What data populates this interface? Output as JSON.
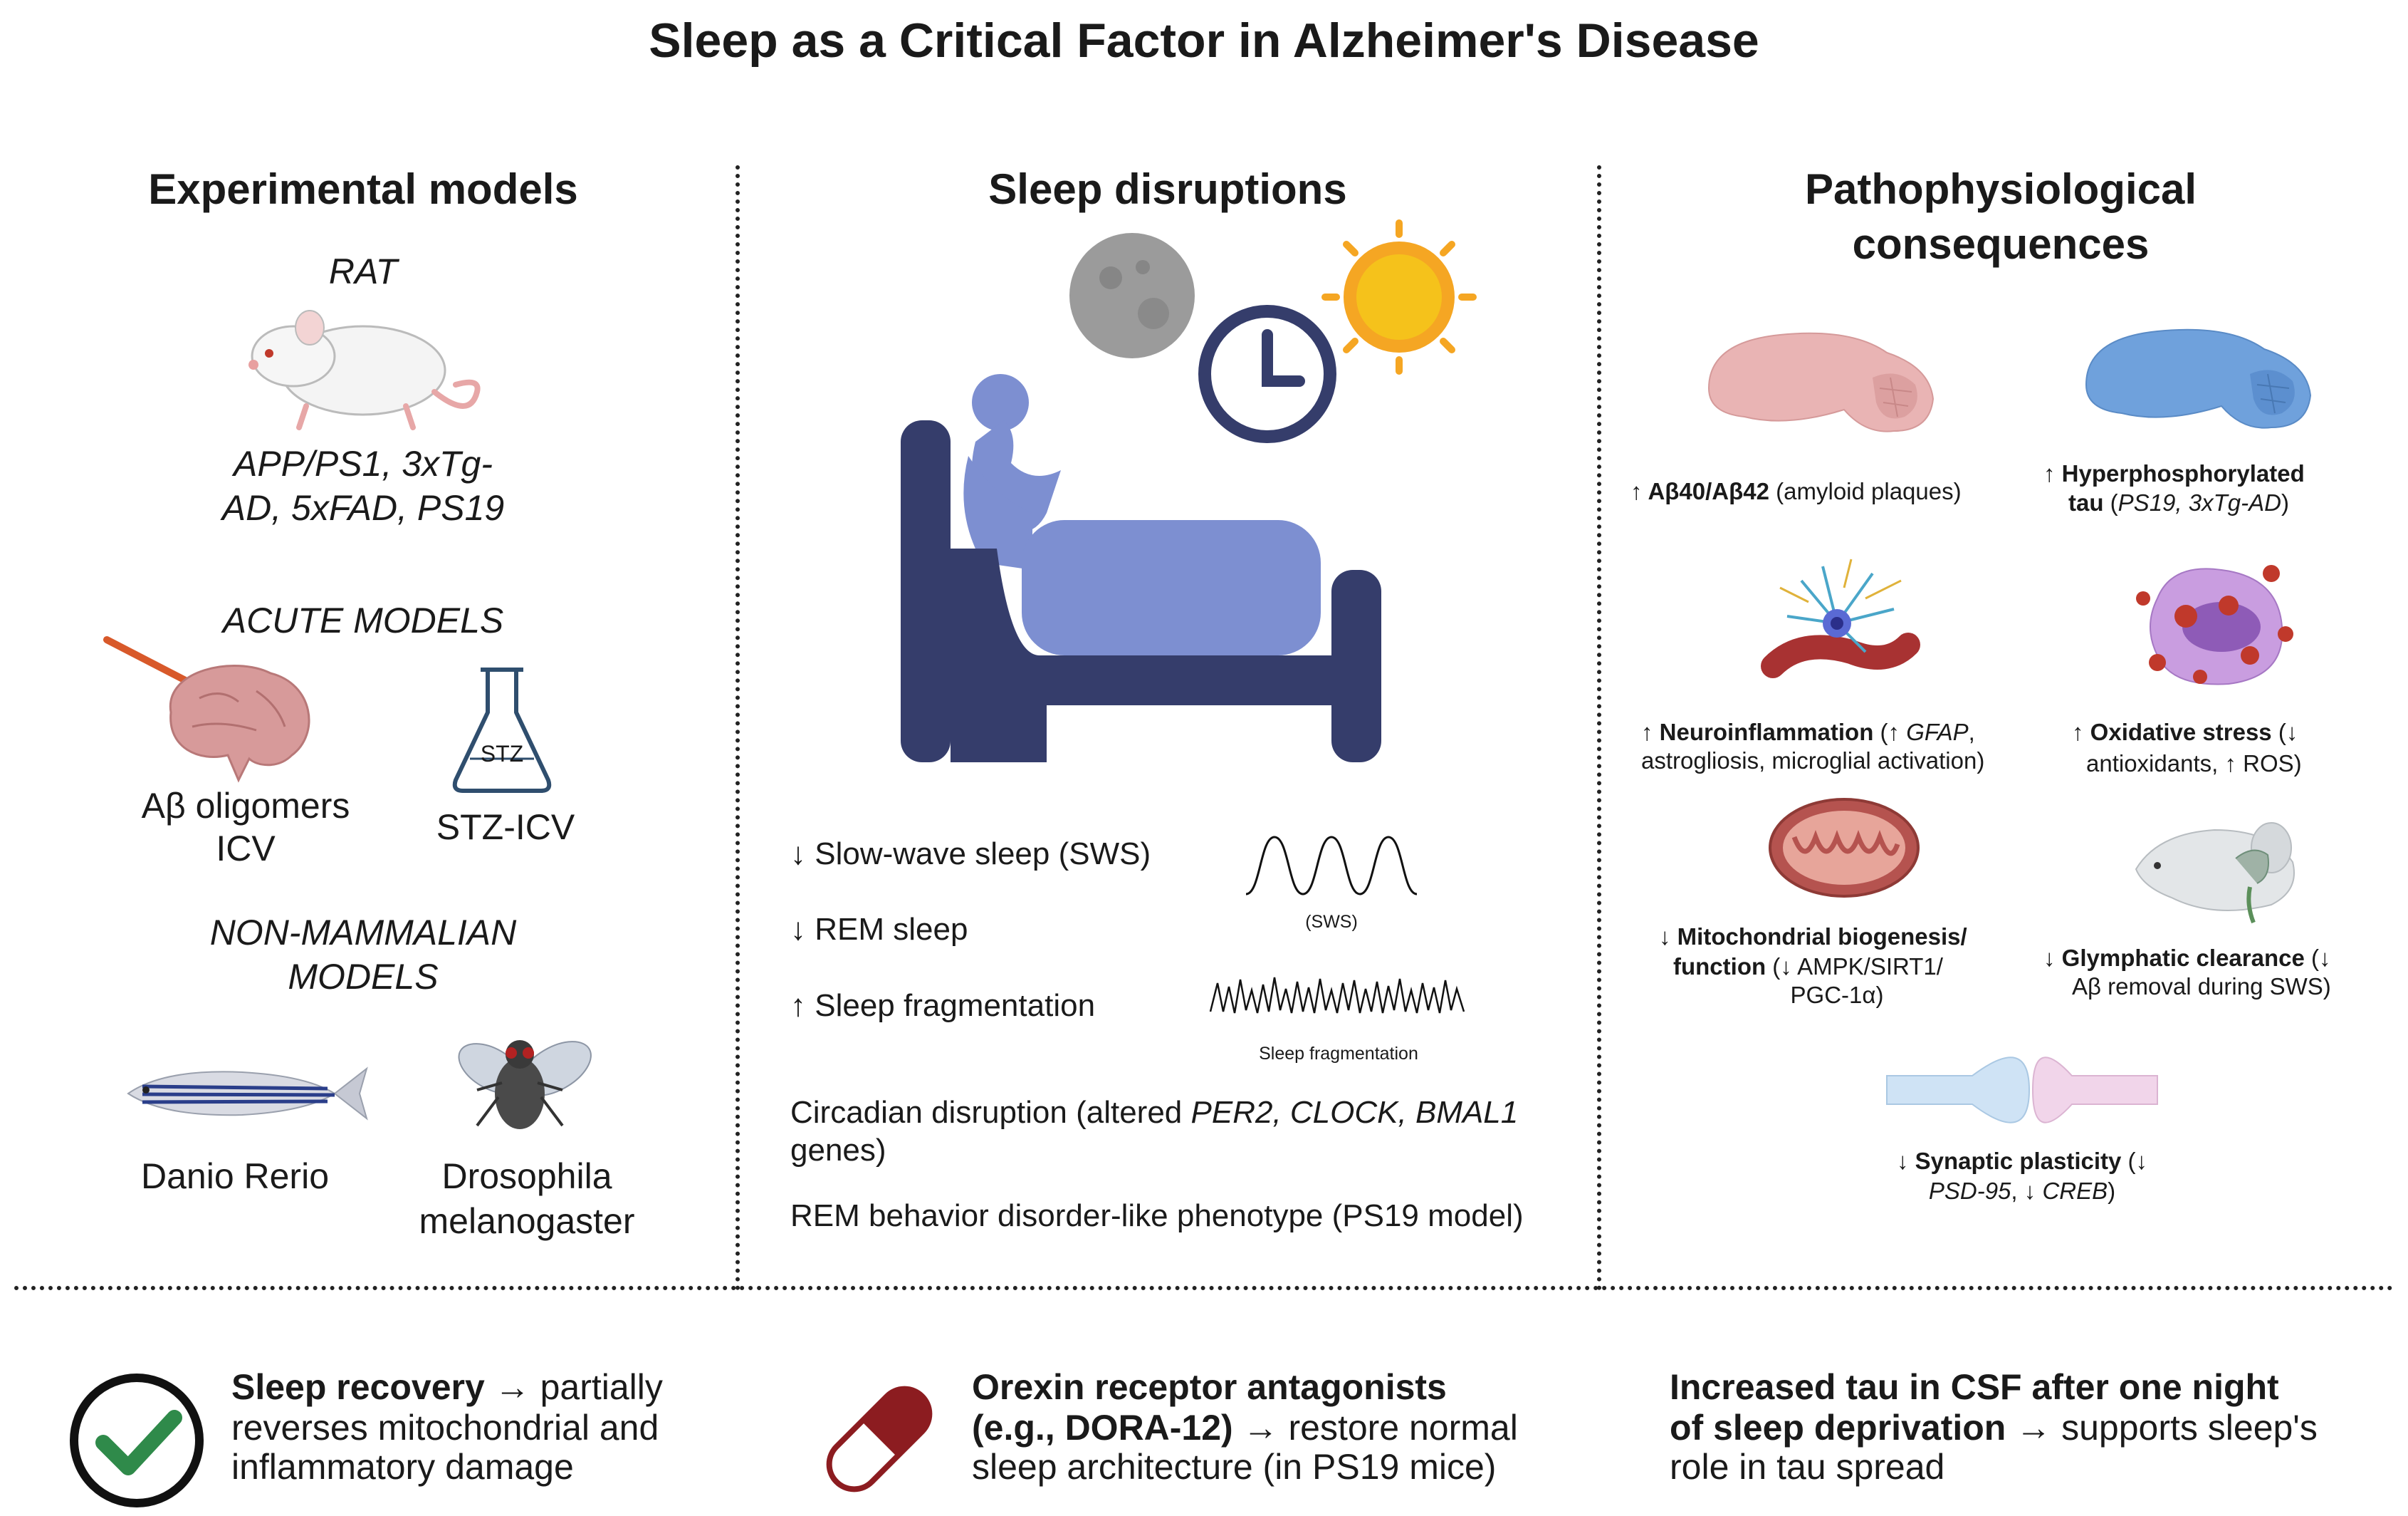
{
  "title": "Sleep as a Critical Factor in Alzheimer's Disease",
  "columns": {
    "models": {
      "title": "Experimental models",
      "rat_label": "RAT",
      "rat_strains_line1": "APP/PS1, 3xTg-",
      "rat_strains_line2": "AD, 5xFAD, PS19",
      "acute_label": "ACUTE MODELS",
      "abeta_line1": "Aβ oligomers",
      "abeta_line2": "ICV",
      "flask_text": "STZ",
      "stz_label": "STZ-ICV",
      "nonmammal_line1": "NON-MAMMALIAN",
      "nonmammal_line2": "MODELS",
      "zebrafish_label": "Danio Rerio",
      "fly_line1": "Drosophila",
      "fly_line2": "melanogaster"
    },
    "sleep": {
      "title": "Sleep disruptions",
      "items": [
        "↓ Slow-wave sleep (SWS)",
        "↓ REM sleep",
        "↑ Sleep fragmentation"
      ],
      "sws_caption": "(SWS)",
      "frag_caption": "Sleep fragmentation",
      "circadian_pre": "Circadian disruption (altered ",
      "circadian_genes": "PER2, CLOCK, BMAL1",
      "circadian_post": "genes)",
      "rbd": "REM behavior disorder-like phenotype (PS19 model)"
    },
    "patho": {
      "title_line1": "Pathophysiological",
      "title_line2": "consequences",
      "amyloid_bold": "↑ Aβ40/Aβ42",
      "amyloid_rest": " (amyloid plaques)",
      "tau_bold_line1": "↑ Hyperphosphorylated",
      "tau_bold_line2": "tau",
      "tau_italic": "PS19, 3xTg-AD",
      "neuro_bold": "↑ Neuroinflammation",
      "neuro_rest1": " (↑ ",
      "neuro_gfap": "GFAP",
      "neuro_rest2": ",",
      "neuro_line2": "astrogliosis, microglial activation)",
      "ox_bold": "↑ Oxidative stress",
      "ox_rest": " (↓",
      "ox_line2": "antioxidants, ↑ ROS)",
      "mito_bold_line1": "↓ Mitochondrial biogenesis/",
      "mito_bold_line2": "function",
      "mito_rest_line2": " (↓ AMPK/SIRT1/",
      "mito_line3": "PGC-1α)",
      "glym_bold": "↓ Glymphatic clearance",
      "glym_rest": " (↓",
      "glym_line2": "Aβ removal during SWS)",
      "syn_bold": "↓ Synaptic plasticity",
      "syn_rest": " (↓",
      "syn_italic1": "PSD-95",
      "syn_mid": ", ↓ ",
      "syn_italic2": "CREB",
      "syn_end": ")"
    }
  },
  "bottom": {
    "recovery_bold": "Sleep recovery",
    "recovery_rest_line1": " → partially",
    "recovery_line2": "reverses mitochondrial and",
    "recovery_line3": "inflammatory damage",
    "orexin_bold_line1": "Orexin receptor antagonists",
    "orexin_bold_line2": "(e.g., DORA-12)",
    "orexin_rest_line2": " → restore normal",
    "orexin_line3": "sleep architecture (in PS19 mice)",
    "tau_bold_line1": "Increased tau in CSF after one night",
    "tau_bold_line2": "of sleep deprivation",
    "tau_rest_line2": " → supports sleep's",
    "tau_line3": "role in tau spread"
  },
  "colors": {
    "navy": "#353d6b",
    "light_blue": "#7d8fd1",
    "pink_brain": "#e9b4b4",
    "blue_brain": "#6fa1dc",
    "sun": "#f5c21b",
    "capsule_red": "#8c1c20",
    "check_green": "#2f8a4a"
  }
}
